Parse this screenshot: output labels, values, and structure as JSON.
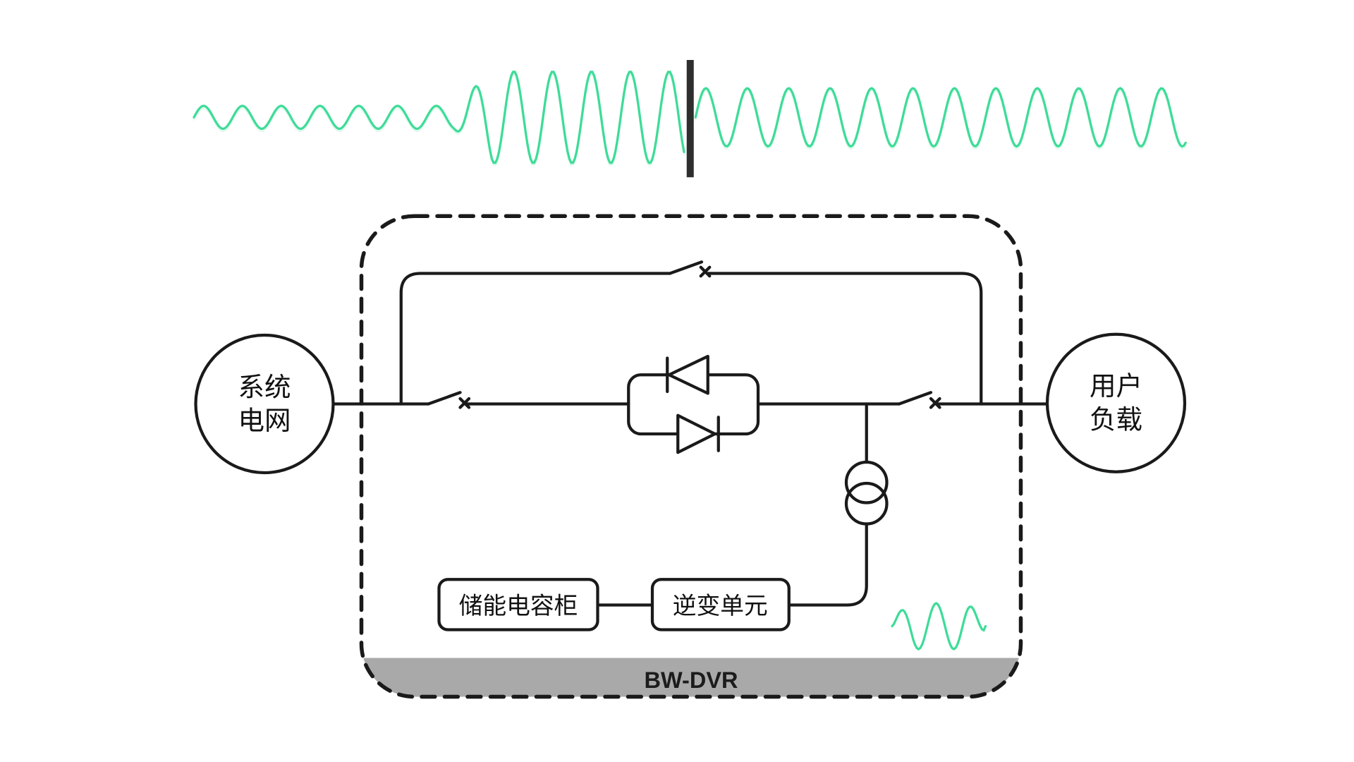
{
  "diagram": {
    "grid_node": {
      "line1": "系统",
      "line2": "电网"
    },
    "load_node": {
      "line1": "用户",
      "line2": "负载"
    },
    "capacitor_box": {
      "label": "储能电容柜"
    },
    "inverter_box": {
      "label": "逆变单元"
    },
    "dvr_footer": {
      "label": "BW-DVR"
    }
  },
  "colors": {
    "wave": "#3ddc97",
    "line": "#1a1a1a",
    "footer_bar": "#a9a9a9",
    "fault_bar": "#2e2e2e",
    "background": "#ffffff"
  }
}
